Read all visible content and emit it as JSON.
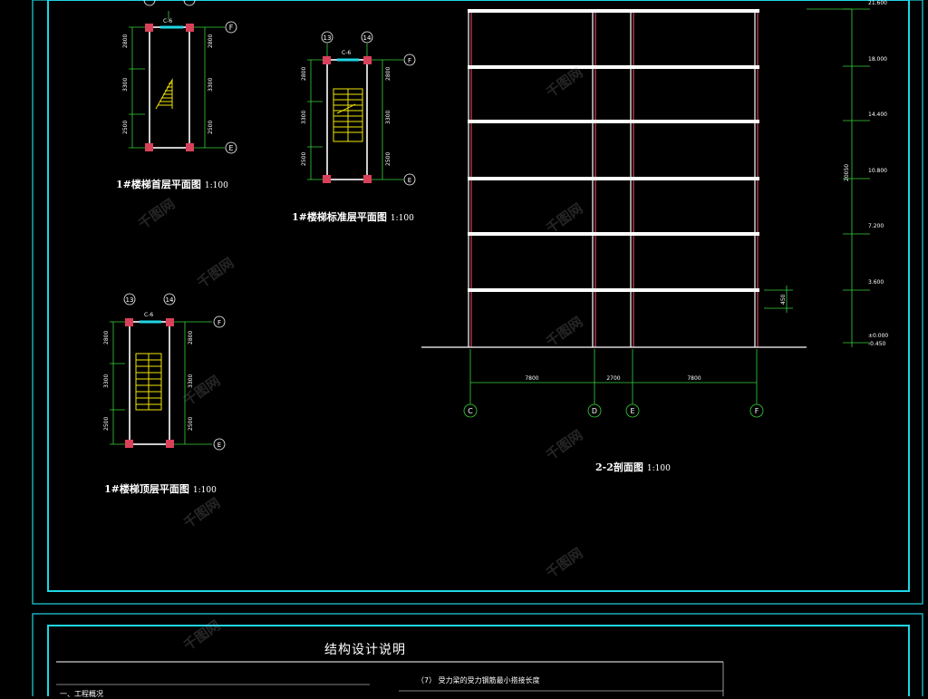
{
  "colors": {
    "frame": "#1fd6e6",
    "wall": "#ffffff",
    "column": "#d9415a",
    "dim": "#38d13a",
    "stair": "#f2e600",
    "grid_bubble": "#ffffff",
    "text": "#ffffff"
  },
  "plans": {
    "first_floor": {
      "title": "1#楼梯首层平面图",
      "scale": "1:100",
      "window": "C-6",
      "dims": [
        "2800",
        "3300",
        "2500"
      ],
      "axes_h": [
        "F",
        "E"
      ]
    },
    "standard_floor": {
      "title": "1#楼梯标准层平面图",
      "scale": "1:100",
      "window": "C-6",
      "dims": [
        "2800",
        "3300",
        "2500"
      ],
      "axes_v": [
        "13",
        "14"
      ],
      "axes_h": [
        "F",
        "E"
      ]
    },
    "top_floor": {
      "title": "1#楼梯顶层平面图",
      "scale": "1:100",
      "window": "C-6",
      "dims": [
        "2800",
        "3300",
        "2500"
      ],
      "axes_v": [
        "13",
        "14"
      ],
      "axes_h": [
        "F",
        "E"
      ]
    }
  },
  "section": {
    "title": "2-2剖面图",
    "scale": "1:100",
    "spans": [
      "7800",
      "2700",
      "7800"
    ],
    "axes": [
      "C",
      "D",
      "E",
      "F"
    ],
    "total_height": "20050",
    "elevations": [
      "21.600",
      "18.000",
      "14.400",
      "10.800",
      "7.200",
      "3.600",
      "±0.000",
      "-0.450"
    ],
    "plinth": "450"
  },
  "bottom_panel": {
    "title": "结构设计说明",
    "item": "（7）  受力梁的受力钢筋最小搭接长度",
    "left_heading": "一、工程概况"
  },
  "watermark": "千图网"
}
